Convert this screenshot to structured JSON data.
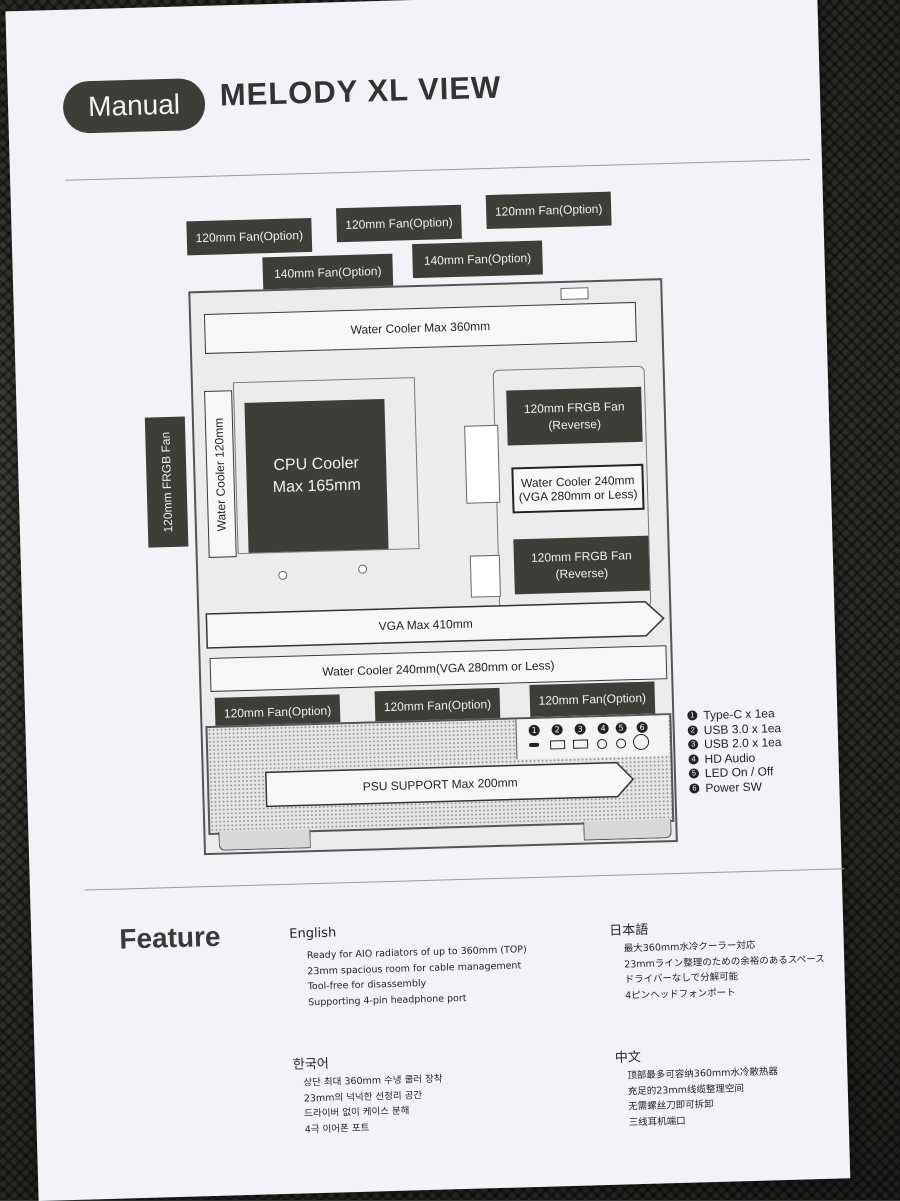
{
  "header": {
    "badge": "Manual",
    "title": "MELODY XL VIEW"
  },
  "diagram": {
    "top_fans": [
      "120mm Fan(Option)",
      "120mm Fan(Option)",
      "120mm Fan(Option)",
      "140mm Fan(Option)",
      "140mm Fan(Option)"
    ],
    "water_cooler_top": "Water Cooler Max 360mm",
    "side_fan": "120mm FRGB Fan",
    "water_cooler_side": "Water Cooler 120mm",
    "cpu_cooler_line1": "CPU Cooler",
    "cpu_cooler_line2": "Max 165mm",
    "right_fan_1_line1": "120mm FRGB Fan",
    "right_fan_1_line2": "(Reverse)",
    "right_cooler_line1": "Water Cooler 240mm",
    "right_cooler_line2": "(VGA 280mm or Less)",
    "right_fan_2_line1": "120mm FRGB Fan",
    "right_fan_2_line2": "(Reverse)",
    "vga": "VGA Max 410mm",
    "bottom_cooler": "Water Cooler 240mm(VGA 280mm or Less)",
    "bottom_fans": [
      "120mm Fan(Option)",
      "120mm Fan(Option)",
      "120mm Fan(Option)"
    ],
    "psu": "PSU SUPPORT Max 200mm",
    "io_numbers": [
      "1",
      "2",
      "3",
      "4",
      "5",
      "6"
    ]
  },
  "io_legend": [
    {
      "num": "1",
      "label": "Type-C x 1ea"
    },
    {
      "num": "2",
      "label": "USB 3.0 x 1ea"
    },
    {
      "num": "3",
      "label": "USB 2.0 x 1ea"
    },
    {
      "num": "4",
      "label": "HD Audio"
    },
    {
      "num": "5",
      "label": "LED On / Off"
    },
    {
      "num": "6",
      "label": "Power SW"
    }
  ],
  "feature": {
    "heading": "Feature",
    "english": {
      "title": "English",
      "items": [
        "Ready for AIO radiators of up to 360mm (TOP)",
        "23mm spacious room for cable management",
        "Tool-free for disassembly",
        "Supporting 4-pin headphone port"
      ]
    },
    "japanese": {
      "title": "日本語",
      "items": [
        "最大360mm水冷クーラー対応",
        "23mmライン整理のための余裕のあるスペース",
        "ドライバーなしで分解可能",
        "4ピンヘッドフォンポート"
      ]
    },
    "korean": {
      "title": "한국어",
      "items": [
        "상단 최대 360mm 수냉 쿨러 장착",
        "23mm의 넉넉한 선정리 공간",
        "드라이버 없이 케이스 분해",
        "4극 이어폰 포트"
      ]
    },
    "chinese": {
      "title": "中文",
      "items": [
        "顶部最多可容纳360mm水冷散热器",
        "充足的23mm线缆整理空间",
        "无需螺丝刀即可拆卸",
        "三线耳机端口"
      ]
    }
  }
}
